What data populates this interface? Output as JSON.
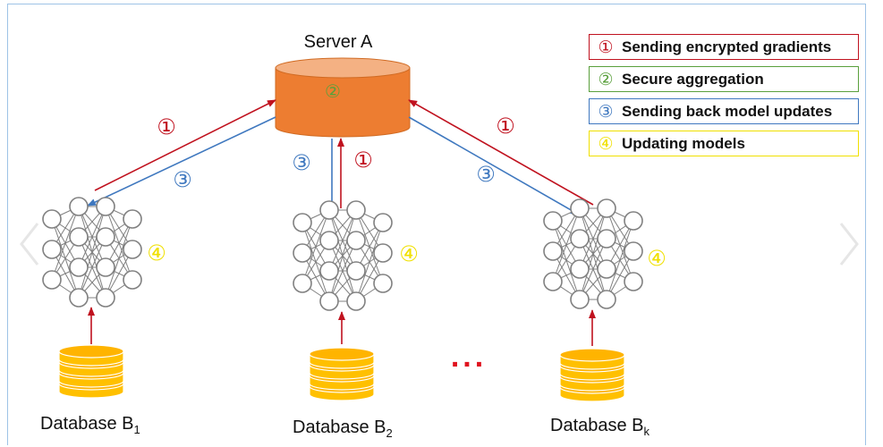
{
  "server": {
    "title": "Server A",
    "marker": "②"
  },
  "legend": [
    {
      "num": "①",
      "text": "Sending encrypted gradients",
      "color": "#c0121f"
    },
    {
      "num": "②",
      "text": "Secure aggregation",
      "color": "#5aa03c"
    },
    {
      "num": "③",
      "text": "Sending back model updates",
      "color": "#3f78bf"
    },
    {
      "num": "④",
      "text": "Updating models",
      "color": "#f0e000"
    }
  ],
  "arrow_labels": {
    "send": "①",
    "back": "③",
    "update": "④"
  },
  "databases": [
    {
      "name": "Database B",
      "sub": "1"
    },
    {
      "name": "Database B",
      "sub": "2"
    },
    {
      "name": "Database B",
      "sub": "k"
    }
  ],
  "ellipsis": "...",
  "colors": {
    "server": "#ed7d31",
    "database": "#ffc000",
    "send_arrow": "#c0121f",
    "back_arrow": "#3f78bf",
    "network": "#808080",
    "frame": "#9ec3e6"
  }
}
